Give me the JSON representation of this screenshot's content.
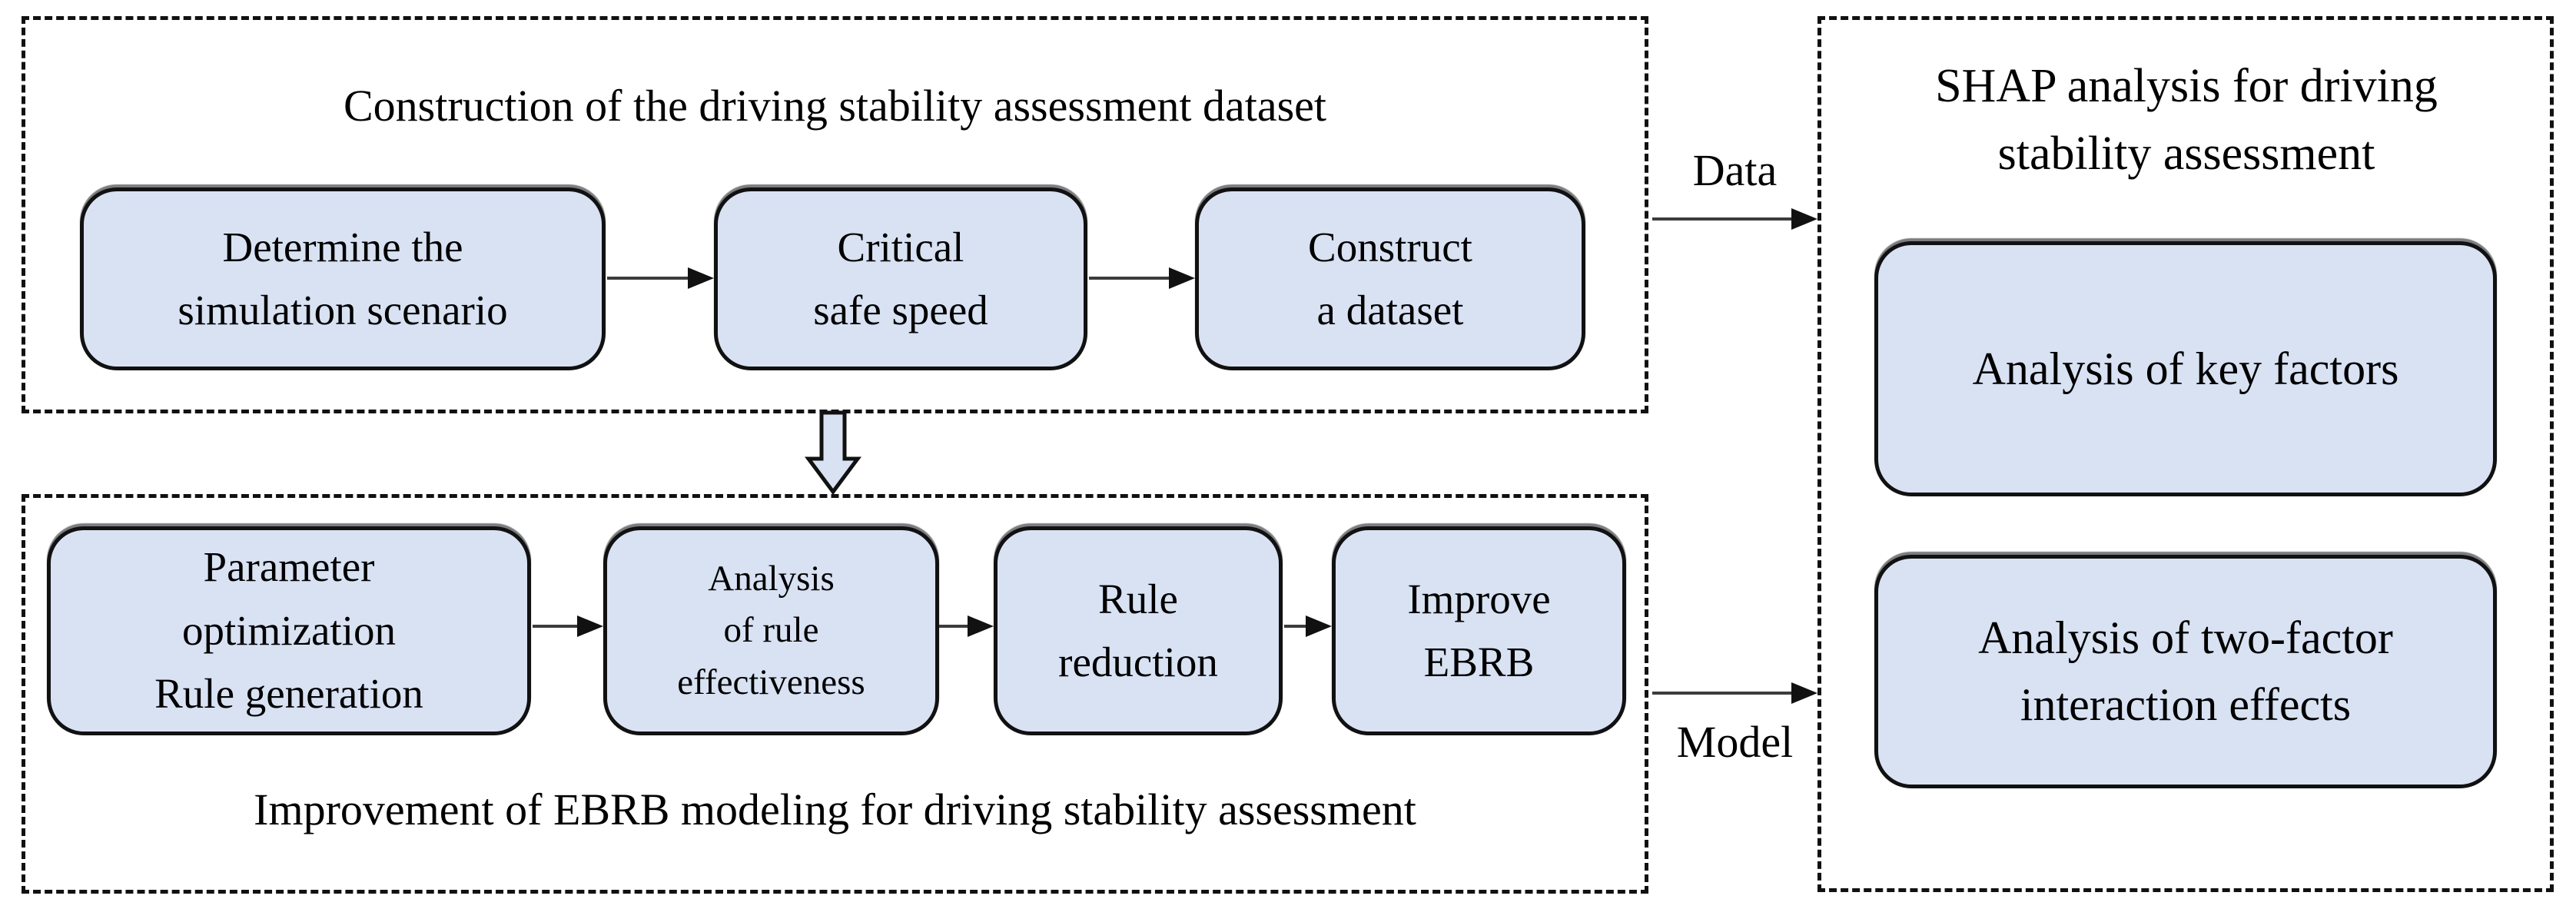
{
  "figure": {
    "type": "flowchart",
    "background": "#ffffff"
  },
  "colors": {
    "node_fill": "#d9e2f3",
    "node_border": "#111111",
    "dashed_border": "#111111",
    "arrow_shaft": "#3c3c3c",
    "arrow_head": "#111111",
    "text": "#000000"
  },
  "sections": {
    "dataset": {
      "title": "Construction of the driving stability assessment dataset",
      "nodes": [
        {
          "id": "determine-simulation-scenario",
          "label": "Determine the\nsimulation scenario"
        },
        {
          "id": "critical-safe-speed",
          "label": "Critical\nsafe speed"
        },
        {
          "id": "construct-a-dataset",
          "label": "Construct\na dataset"
        }
      ]
    },
    "ebrb": {
      "title": "Improvement of EBRB modeling for driving stability assessment",
      "nodes": [
        {
          "id": "parameter-optimization-rule-generation",
          "label": "Parameter\noptimization\nRule generation"
        },
        {
          "id": "analysis-of-rule-effectiveness",
          "label": "Analysis\nof rule\neffectiveness"
        },
        {
          "id": "rule-reduction",
          "label": "Rule\nreduction"
        },
        {
          "id": "improve-ebrb",
          "label": "Improve\nEBRB"
        }
      ]
    },
    "shap": {
      "title": "SHAP analysis for driving\nstability assessment",
      "nodes": [
        {
          "id": "analysis-of-key-factors",
          "label": "Analysis of key factors"
        },
        {
          "id": "analysis-of-two-factor-interaction-effects",
          "label": "Analysis of two-factor\ninteraction effects"
        }
      ]
    }
  },
  "edges": {
    "data_label": "Data",
    "model_label": "Model"
  }
}
